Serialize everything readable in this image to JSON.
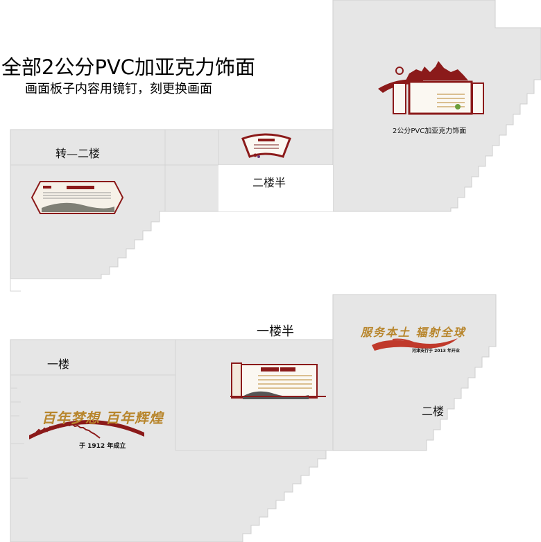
{
  "header": {
    "title": "全部2公分PVC加亚克力饰面",
    "subtitle": "画面板子内容用镜钉，刻更换画面"
  },
  "labels": {
    "turn_second_floor": "转—二楼",
    "second_half": "二楼半",
    "first_half": "一楼半",
    "first_floor": "一楼",
    "second_floor": "二楼",
    "panel_caption": "2公分PVC加亚克力饰面"
  },
  "signs": {
    "slogan_left": "百年梦想 百年辉煌",
    "founded": "于 1912 年成立",
    "slogan_right": "服务本土 辐射全球",
    "opened": "河津支行于 2013 年开业"
  },
  "colors": {
    "wall": "#e6e6e6",
    "brand_red": "#8b1a1a",
    "gold": "#b8862d"
  }
}
